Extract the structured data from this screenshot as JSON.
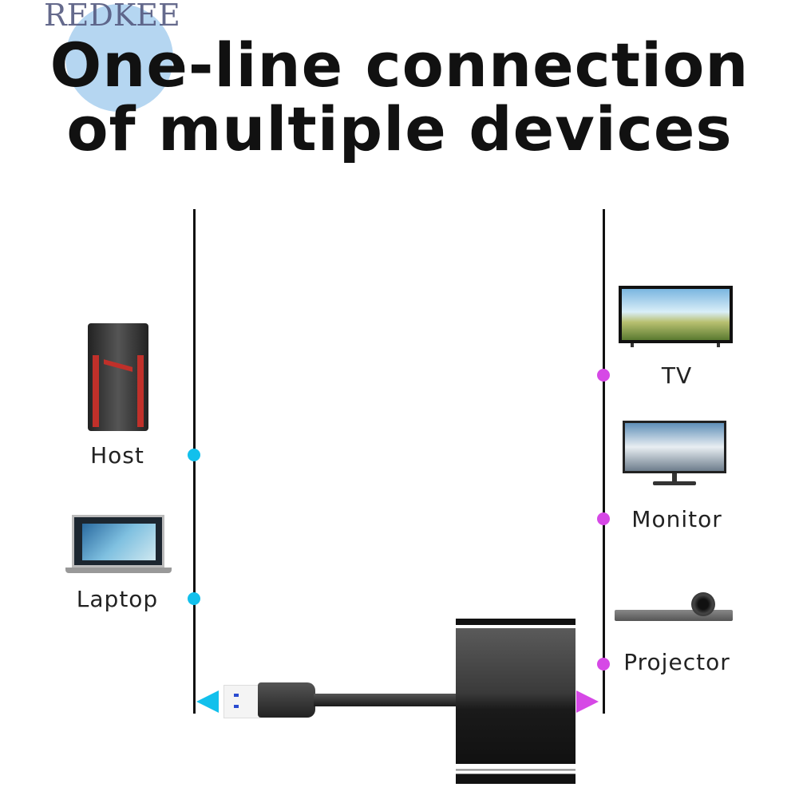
{
  "watermark": "REDKEE",
  "title": {
    "line1": "One-line connection",
    "line2": "of multiple devices"
  },
  "left_devices": [
    {
      "label": "Host",
      "icon": "desktop-tower-icon"
    },
    {
      "label": "Laptop",
      "icon": "laptop-icon"
    }
  ],
  "right_devices": [
    {
      "label": "TV",
      "icon": "tv-icon"
    },
    {
      "label": "Monitor",
      "icon": "monitor-icon"
    },
    {
      "label": "Projector",
      "icon": "projector-icon"
    }
  ],
  "colors": {
    "input": "#12c0ec",
    "output": "#d648e6"
  }
}
